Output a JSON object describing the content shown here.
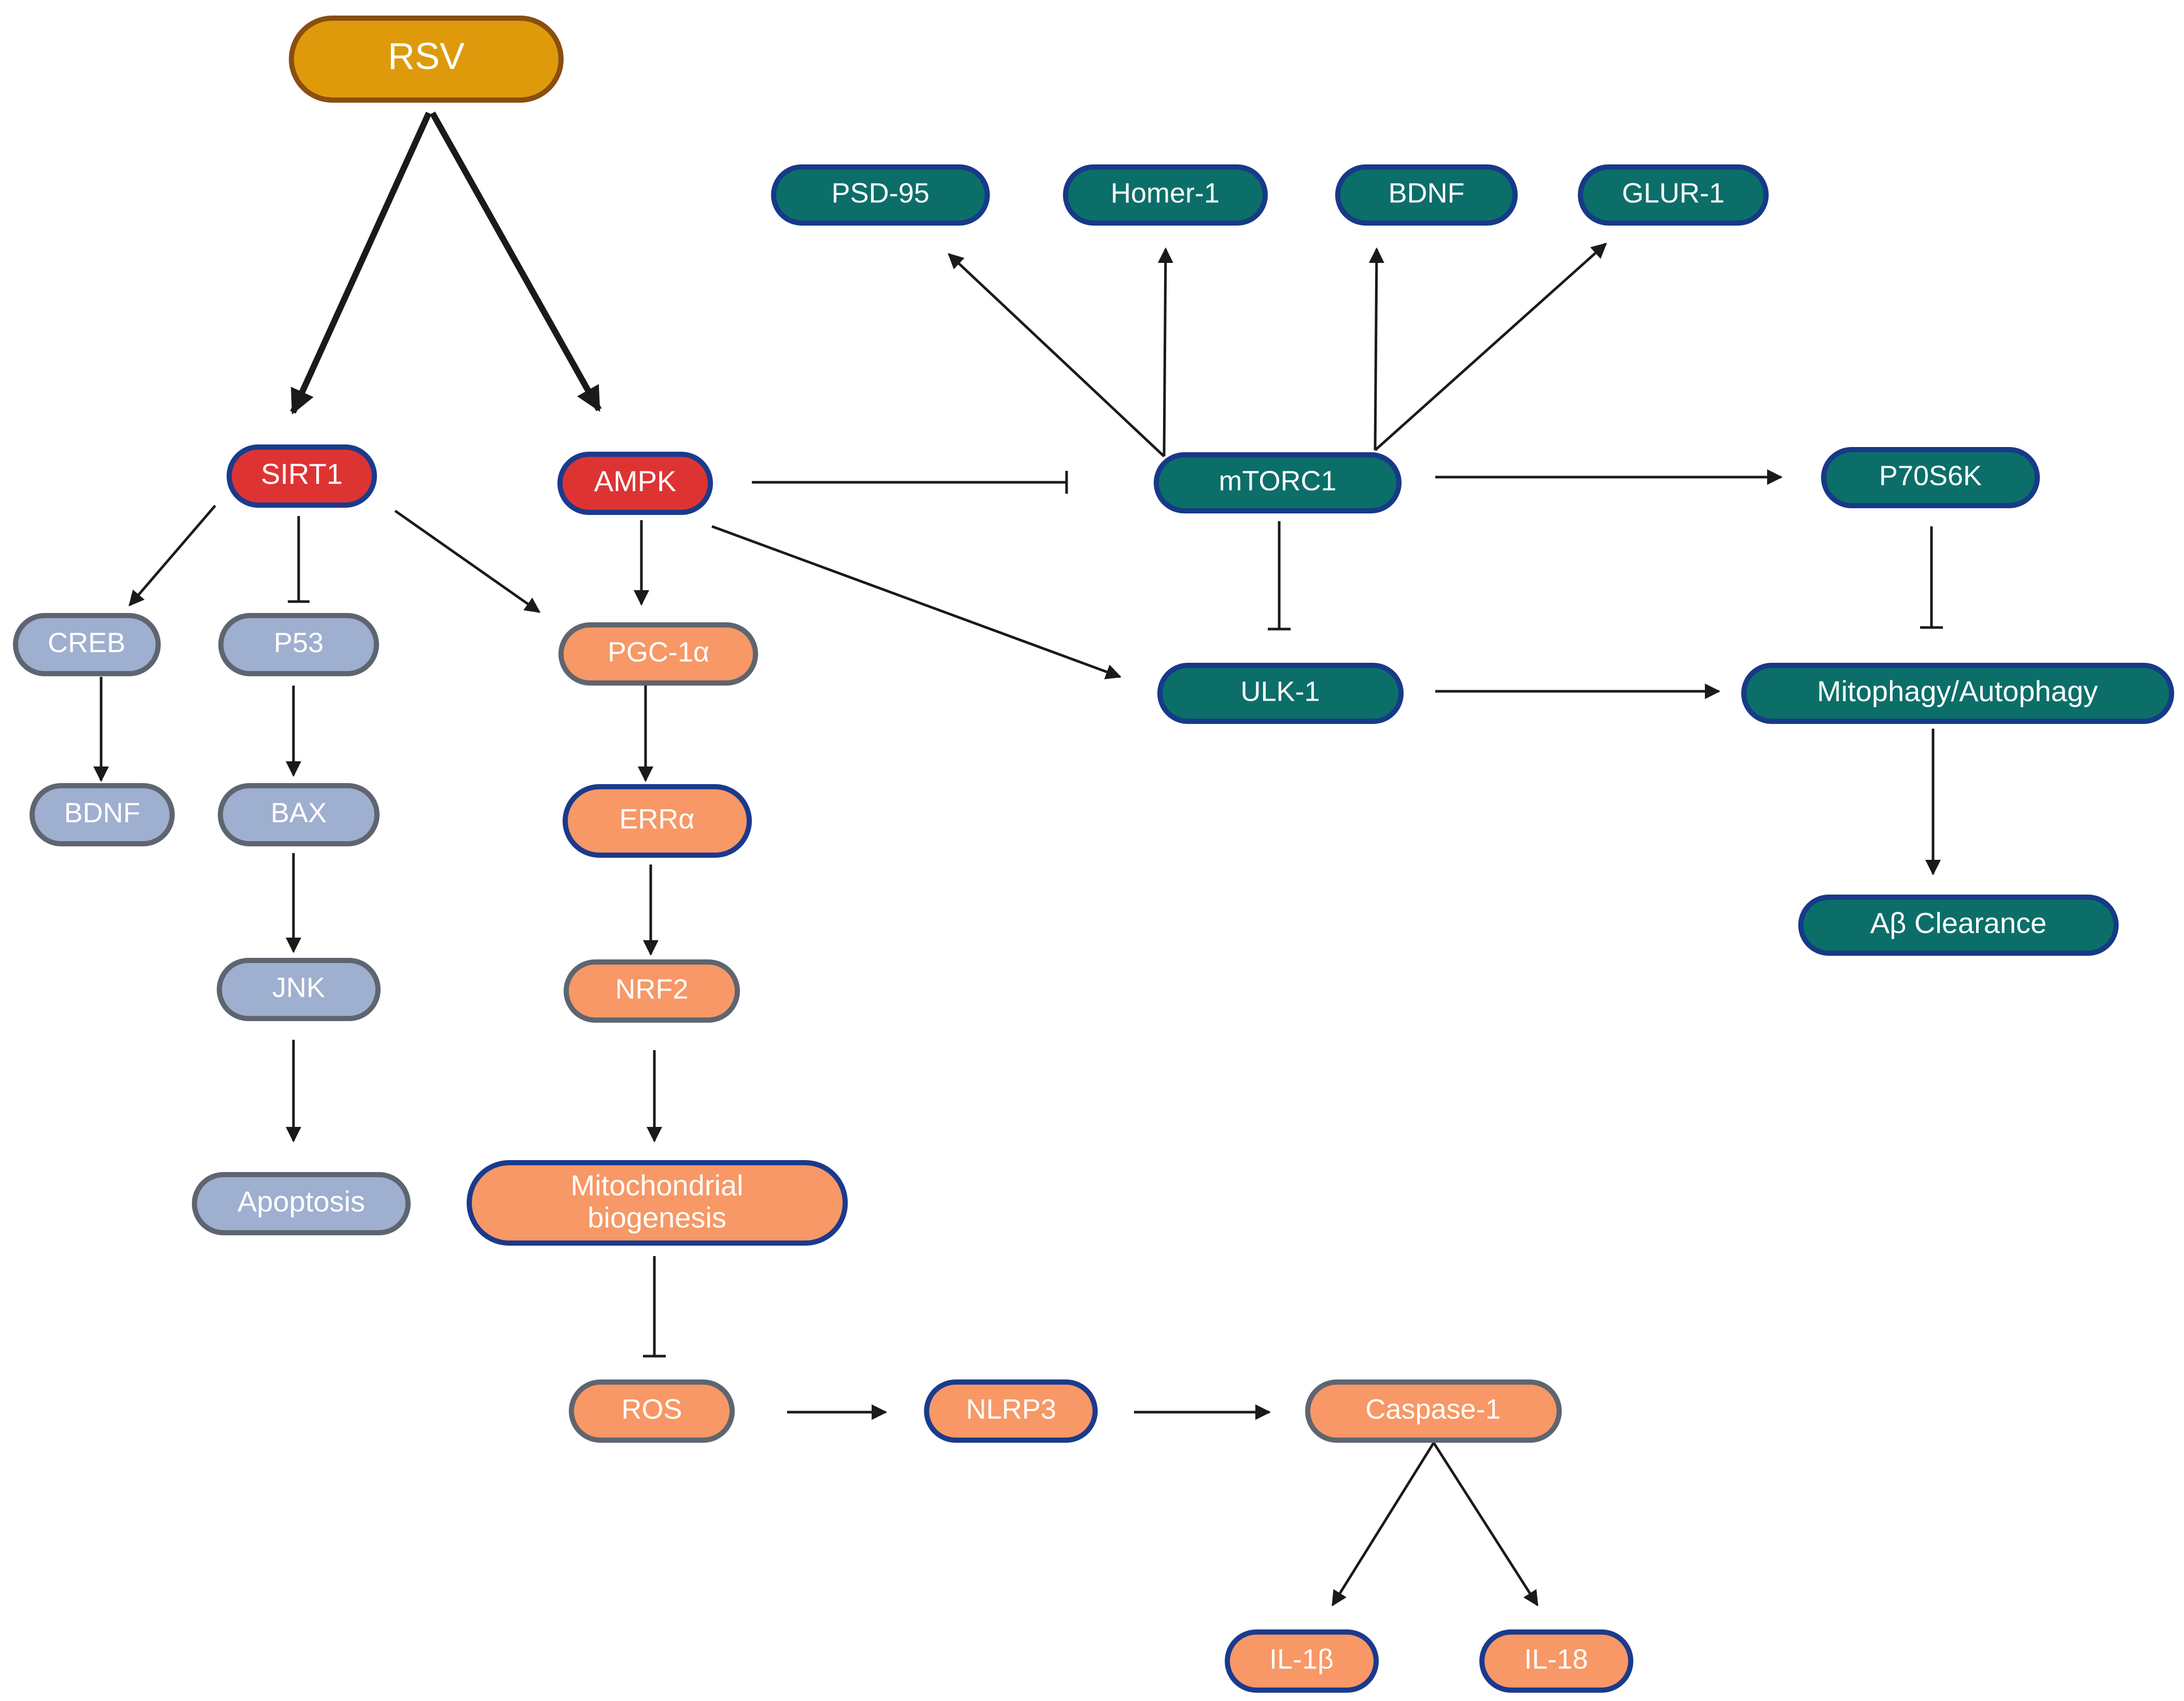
{
  "colors": {
    "rsv_fill": "#DE9A0B",
    "rsv_border": "#8A4E10",
    "red_fill": "#DD3433",
    "blue_border": "#1B3A8C",
    "gray_fill": "#9FAFCF",
    "gray_border": "#5E6570",
    "orange_fill": "#F79866",
    "teal_fill": "#0C6E69",
    "teal_border": "#163A87",
    "text": "#FFFFFF",
    "edge": "#1A1A1A"
  },
  "nodes": {
    "rsv": "RSV",
    "sirt1": "SIRT1",
    "ampk": "AMPK",
    "creb": "CREB",
    "p53": "P53",
    "bdnf_left": "BDNF",
    "bax": "BAX",
    "jnk": "JNK",
    "apoptosis": "Apoptosis",
    "pgc1a": "PGC-1α",
    "erra": "ERRα",
    "nrf2": "NRF2",
    "mito_line1": "Mitochondrial",
    "mito_line2": "biogenesis",
    "ros": "ROS",
    "nlrp3": "NLRP3",
    "caspase1": "Caspase-1",
    "il1b": "IL-1β",
    "il18": "IL-18",
    "psd95": "PSD-95",
    "homer1": "Homer-1",
    "bdnf_top": "BDNF",
    "glur1": "GLUR-1",
    "mtorc1": "mTORC1",
    "p70s6k": "P70S6K",
    "ulk1": "ULK-1",
    "mitophagy": "Mitophagy/Autophagy",
    "ab_clearance": "Aβ Clearance"
  }
}
